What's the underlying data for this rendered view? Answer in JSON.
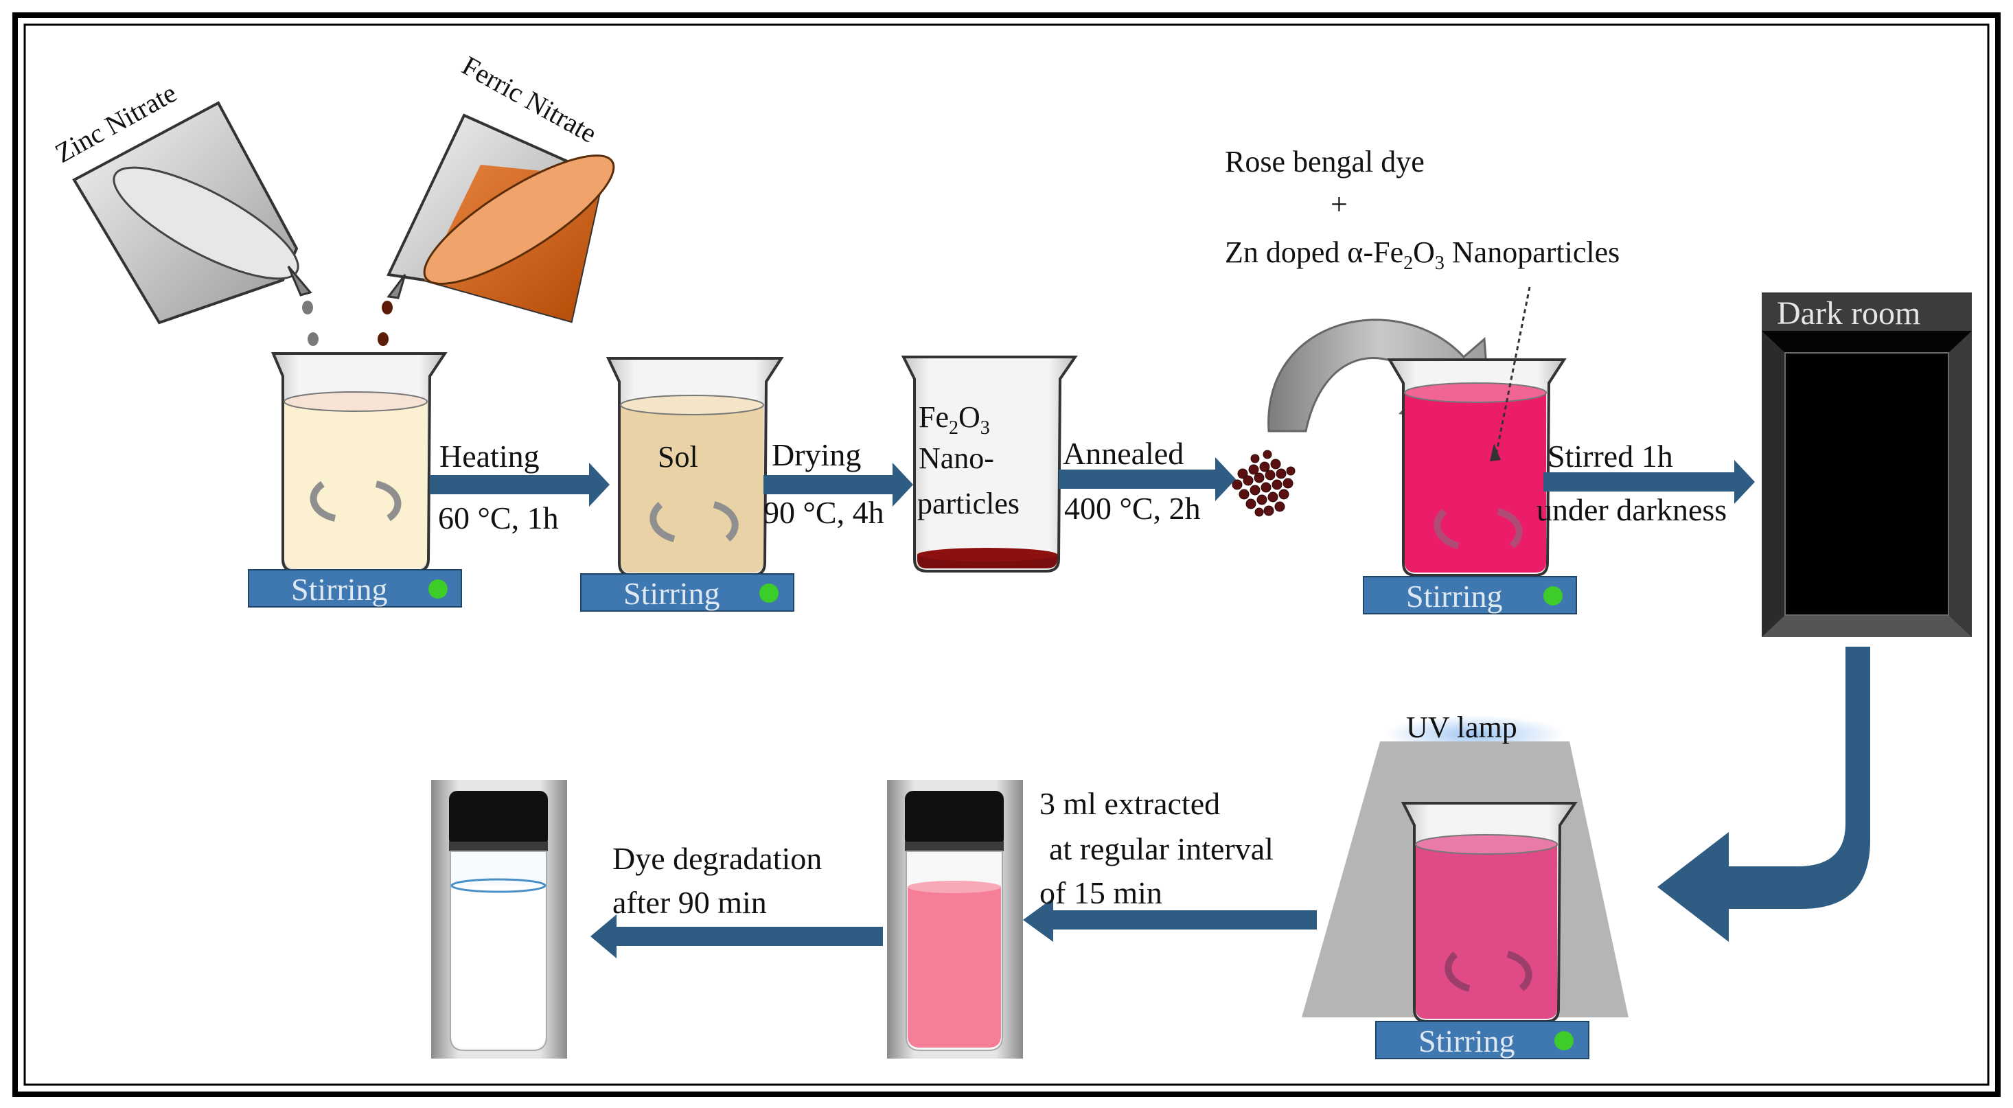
{
  "reagents": {
    "zinc": "Zinc Nitrate",
    "ferric": "Ferric Nitrate"
  },
  "beakers": {
    "sol": "Sol",
    "fe_line1_base": "Fe",
    "fe_line1_sub1": "2",
    "fe_line1_mid": "O",
    "fe_line1_sub2": "3",
    "fe_line2": "Nano-",
    "fe_line3": "particles"
  },
  "steps": {
    "heating_title": "Heating",
    "heating_cond": "60 °C, 1h",
    "drying_title": "Drying",
    "drying_cond": "90 °C, 4h",
    "annealed_title": "Annealed",
    "annealed_cond": "400 °C, 2h",
    "stirred_line1": "Stirred 1h",
    "stirred_line2": "under darkness",
    "extract_line1": "3 ml extracted",
    "extract_line2": "at regular interval",
    "extract_line3": "of 15 min",
    "degrade_line1": "Dye degradation",
    "degrade_line2": "after 90 min"
  },
  "mixture": {
    "line1": "Rose bengal dye",
    "plus": "+",
    "line2_pre": "Zn doped α-Fe",
    "line2_sub1": "2",
    "line2_mid": "O",
    "line2_sub2": "3",
    "line2_post": " Nanoparticles"
  },
  "dark_room": "Dark room",
  "uv_lamp": "UV lamp",
  "stirrer_label": "Stirring",
  "colors": {
    "arrow": "#2f5c82",
    "stirrer_plate": "#3f77b0",
    "stirrer_dot": "#3ccd28",
    "yellow_liquid": "#fbf0d0",
    "sol_liquid": "#e9d2a6",
    "orange_liquid": "#d05c10",
    "pink_liquid": "#ec1d68",
    "uv_pink": "#e04a87",
    "vial_pink": "#f67f97",
    "residue": "#7a0d0d",
    "dark_room": "#050505"
  }
}
